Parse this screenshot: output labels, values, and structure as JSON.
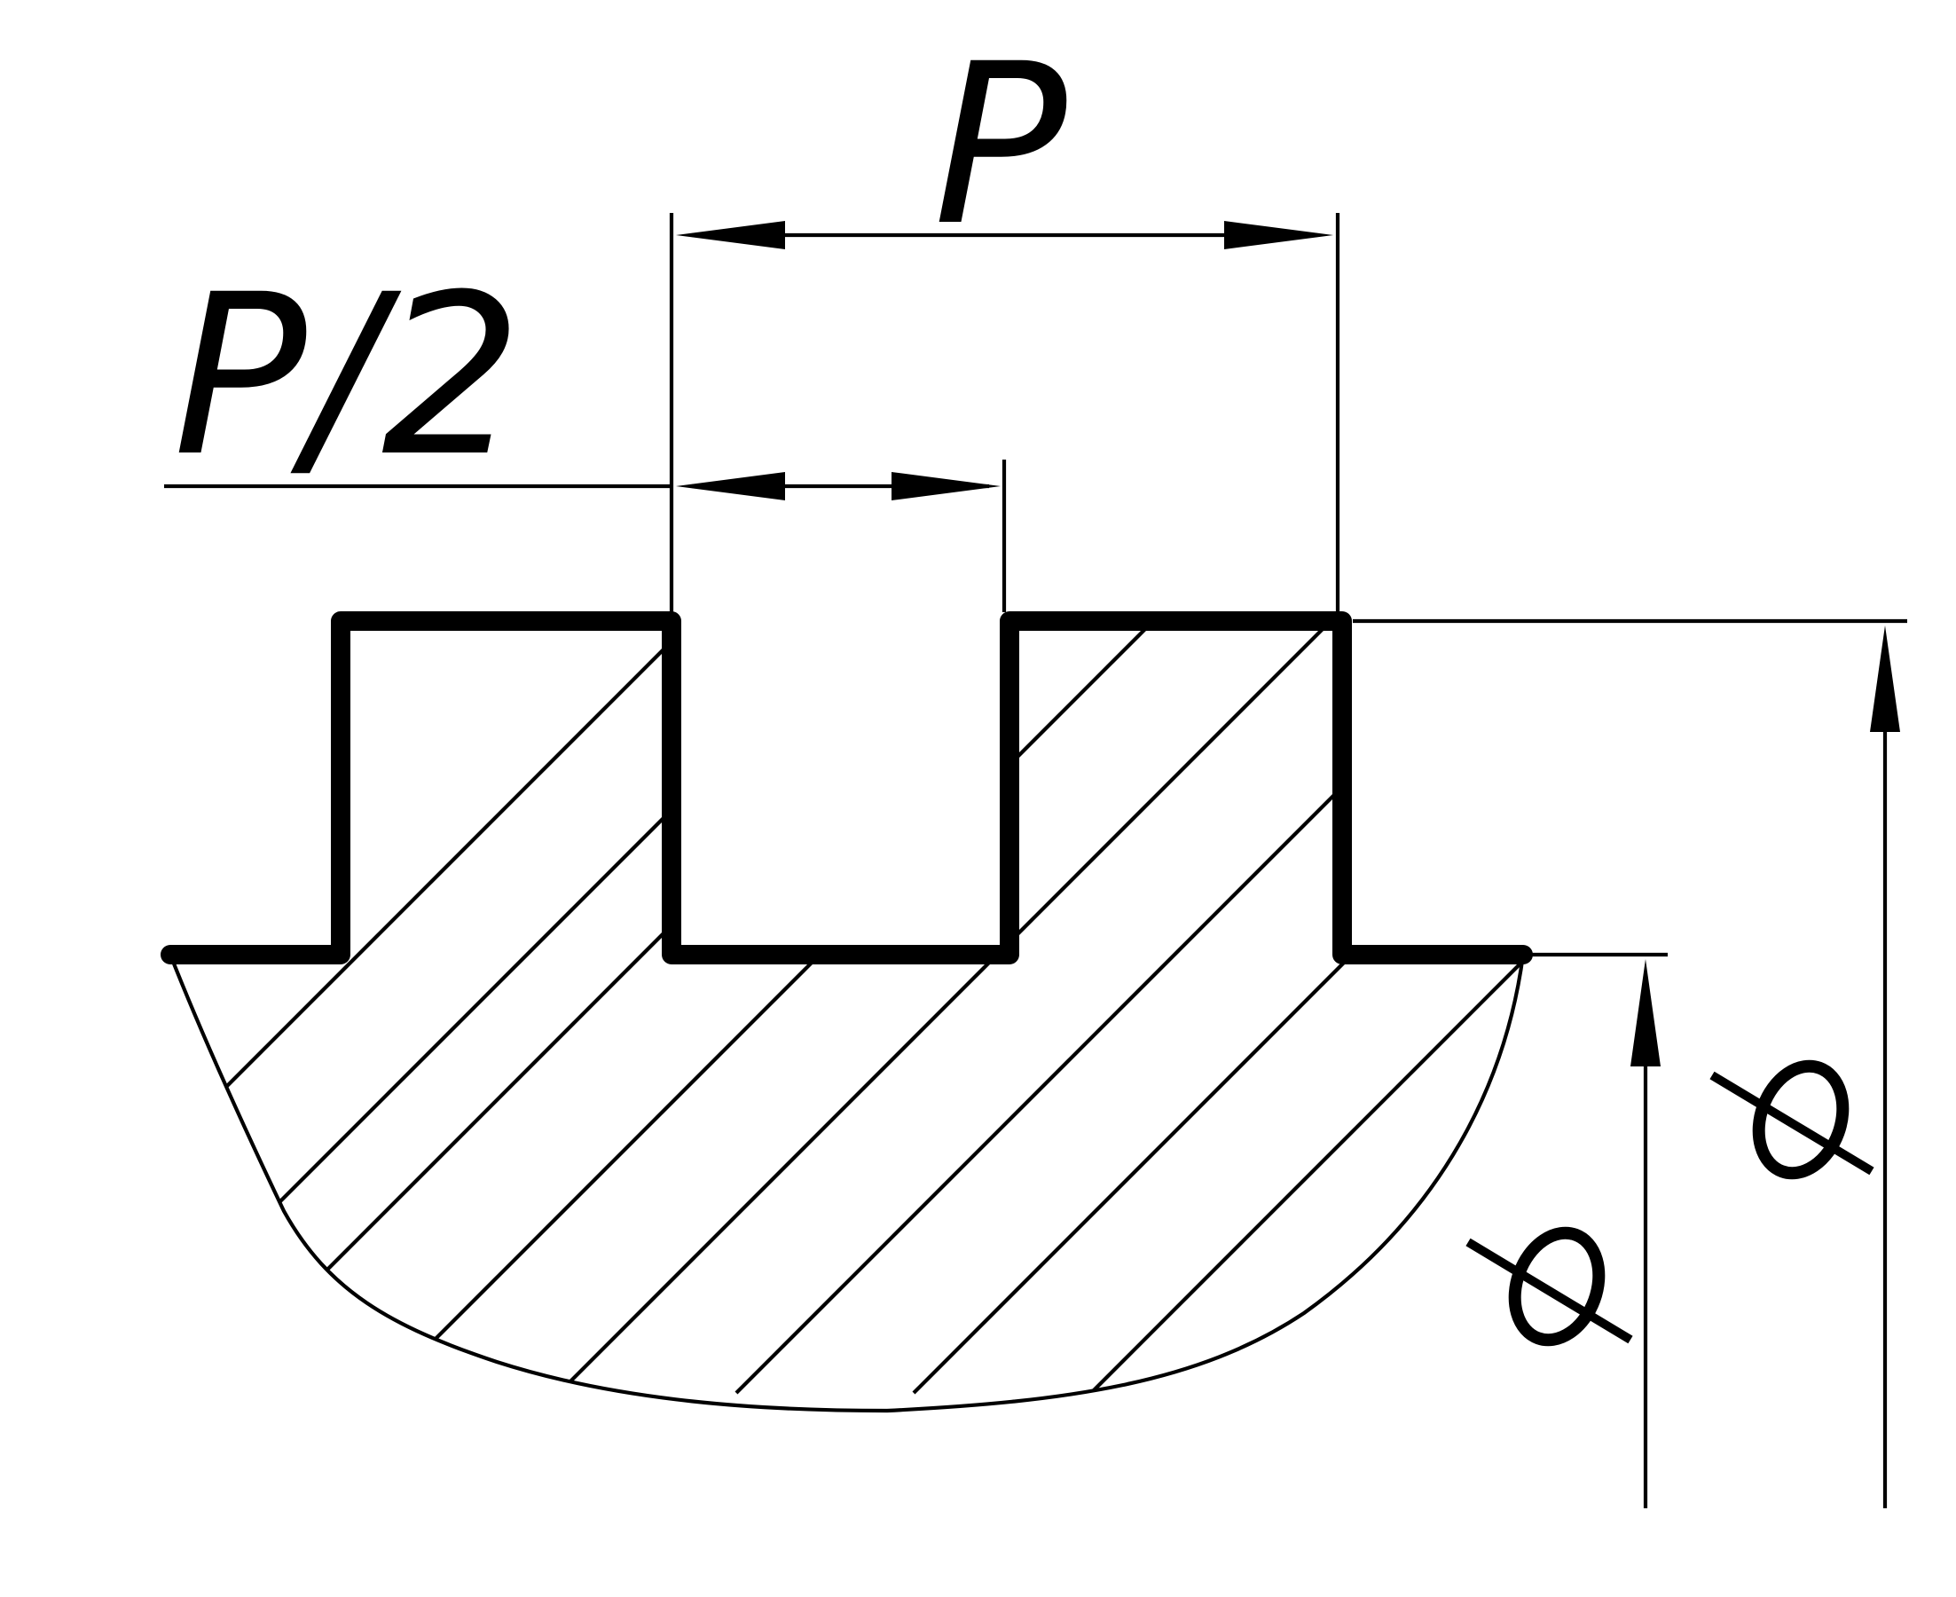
{
  "colors": {
    "ink": "#000000",
    "paper": "#ffffff"
  },
  "dimensions": {
    "pitch": "P",
    "half_pitch": "P/2"
  },
  "symbols": {
    "outer_diameter": "diameter-symbol",
    "inner_diameter": "diameter-symbol"
  }
}
